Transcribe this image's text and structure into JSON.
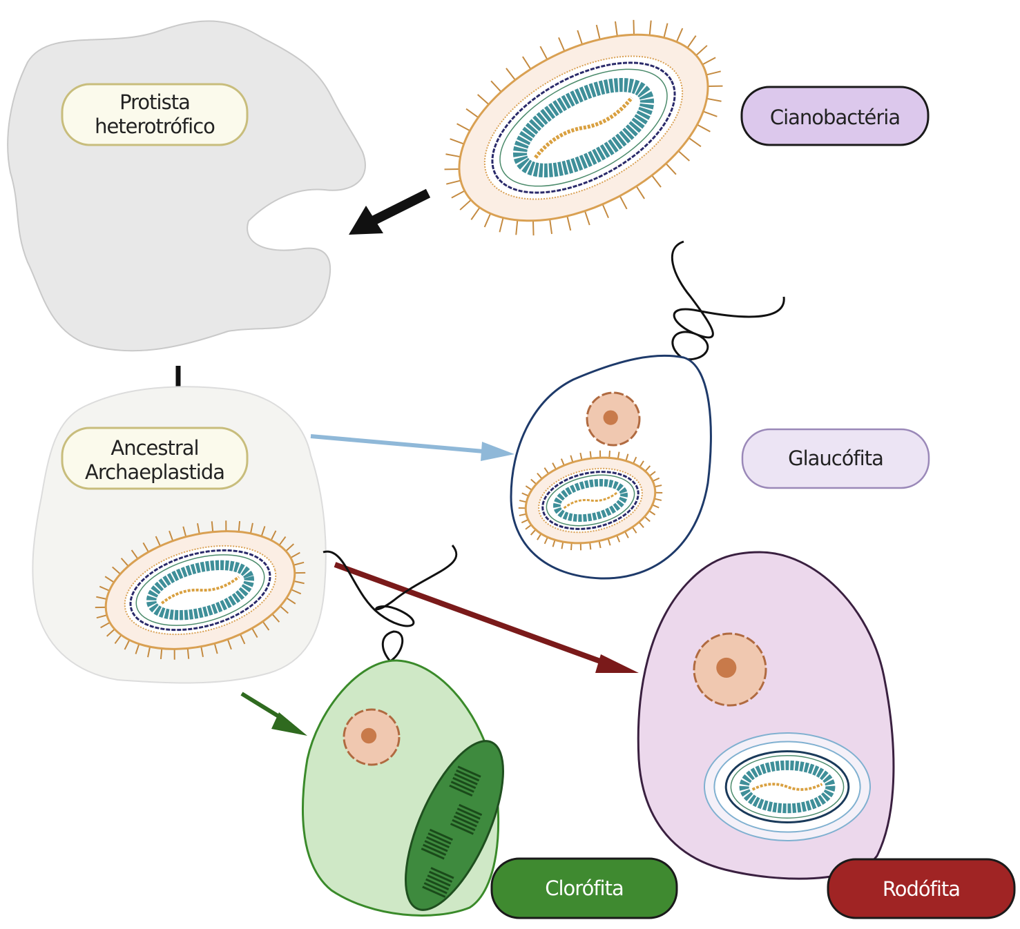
{
  "labels": {
    "protist_line1": "Protista",
    "protist_line2": "heterotrófico",
    "cyanobacteria": "Cianobactéria",
    "ancestral_line1": "Ancestral",
    "ancestral_line2": "Archaeplastida",
    "glaucophyte": "Glaucófita",
    "chlorophyte": "Clorófita",
    "rhodophyte": "Rodófita"
  },
  "colors": {
    "protist_fill": "#e8e8e8",
    "ancestral_fill": "#f4f4f1",
    "cyano_label": "#dcc8ec",
    "glauco_label": "#ece4f4",
    "chloro_label": "#3f8a30",
    "rhodo_label": "#a02424",
    "arrow_blue": "#8fb8d8",
    "arrow_red": "#7a1a1a",
    "arrow_green": "#2f6a1f",
    "plastid_teal": "#3f8f99",
    "wall_orange": "#d9a052"
  }
}
